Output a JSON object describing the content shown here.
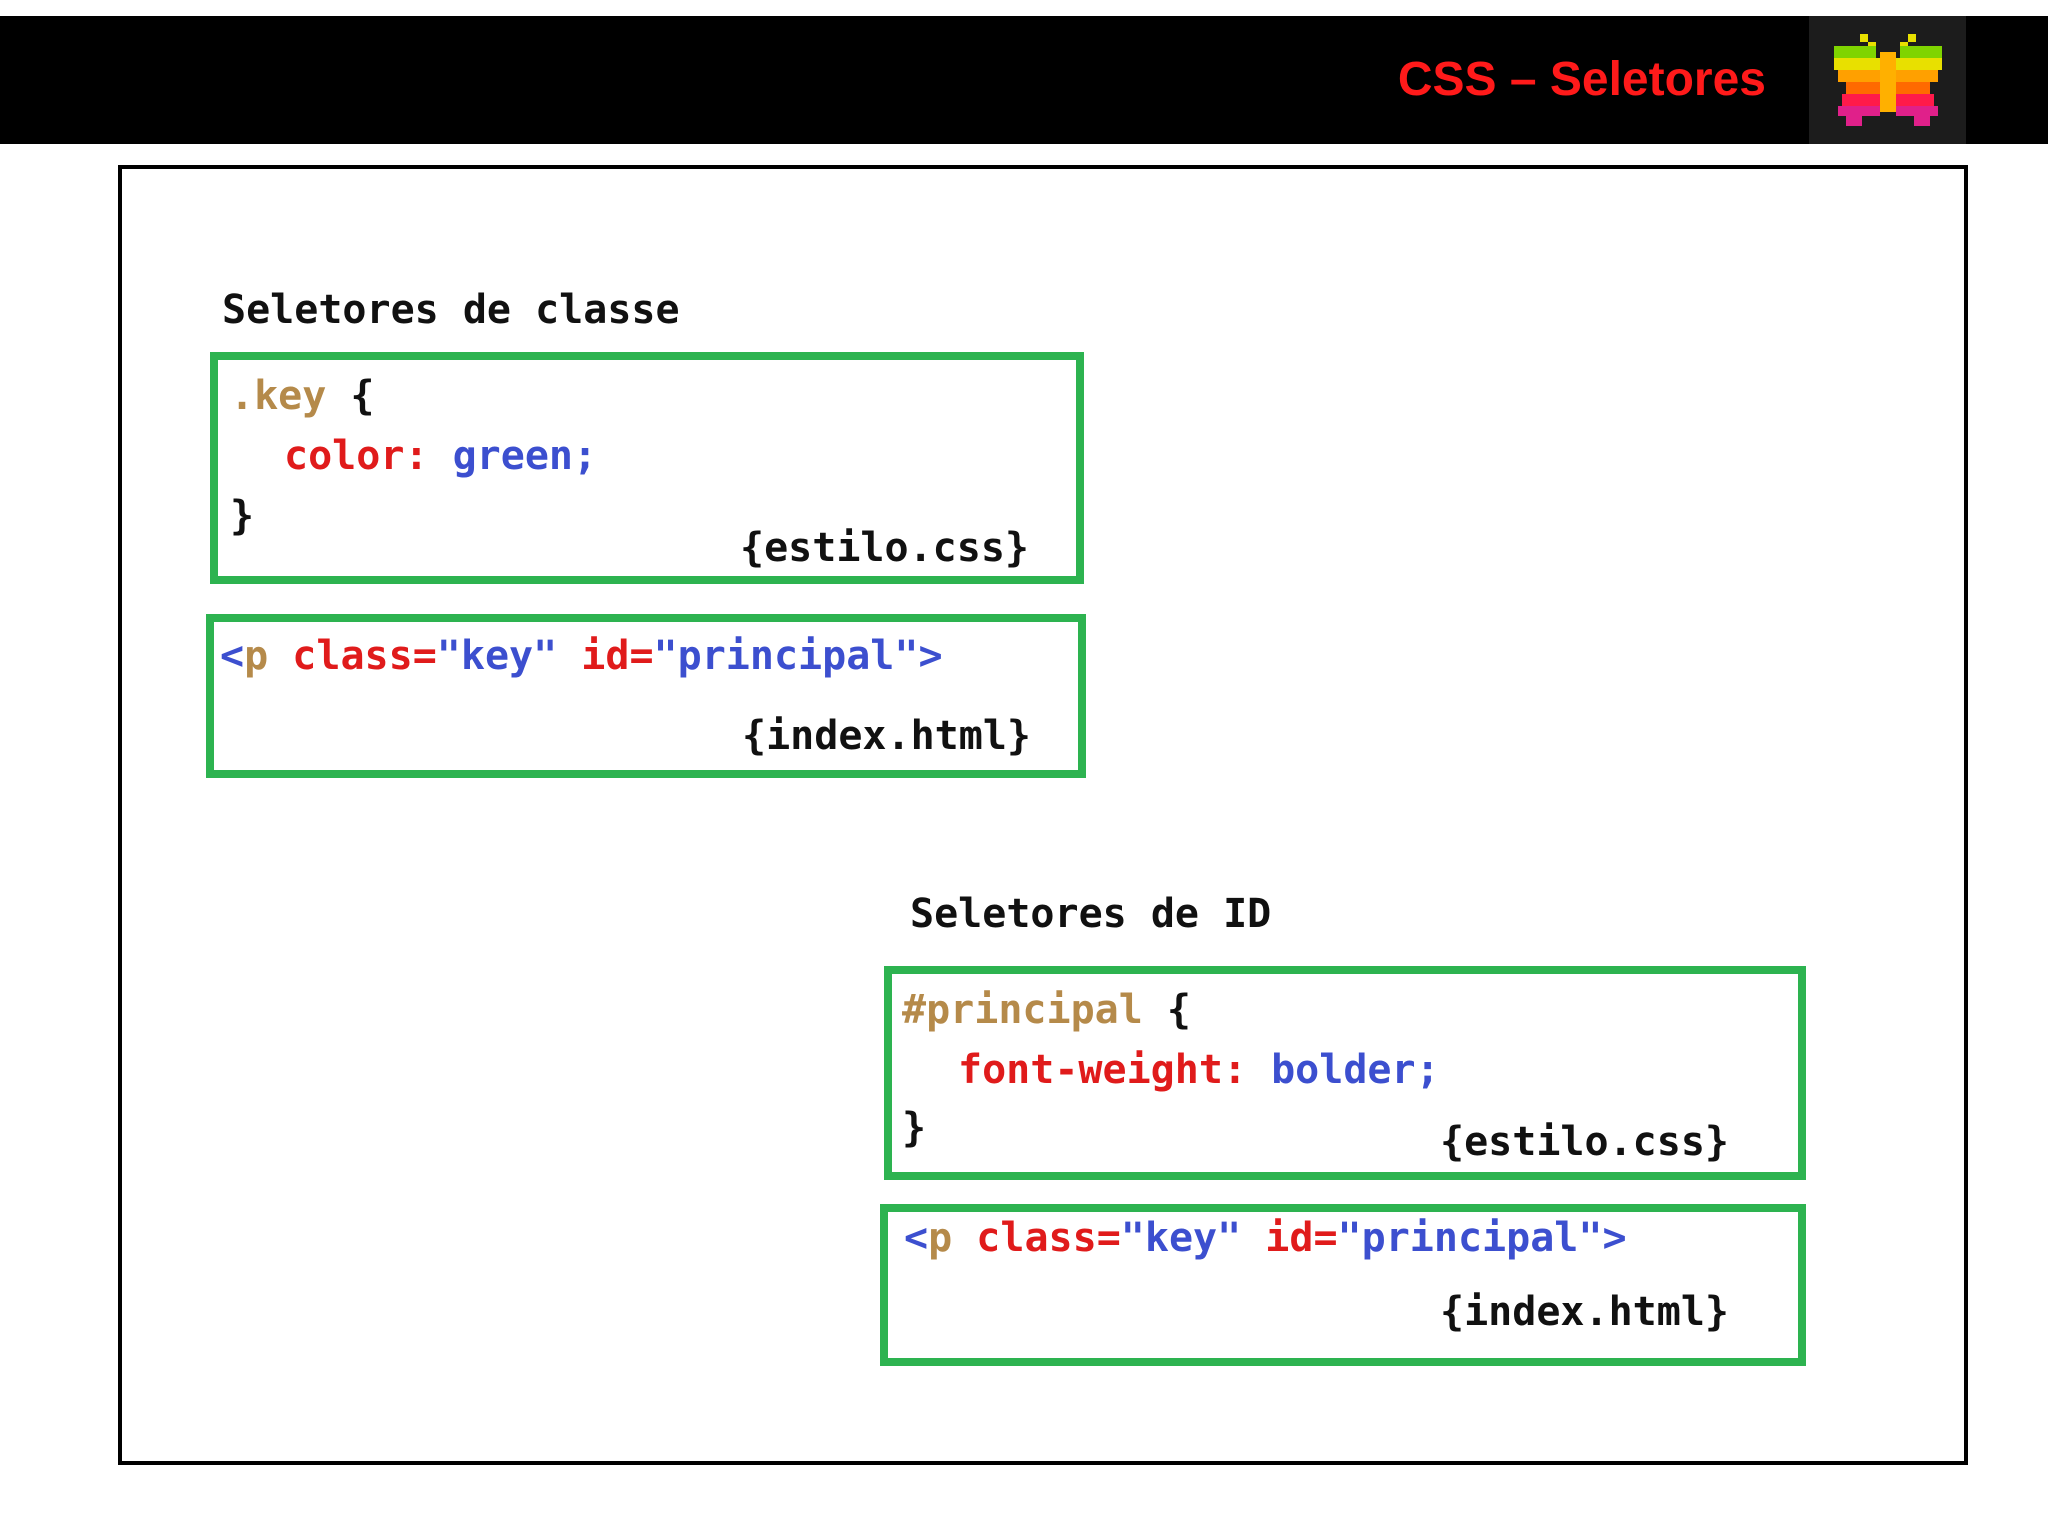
{
  "header": {
    "title": "CSS – Seletores",
    "logo_icon": "butterfly-logo-icon"
  },
  "colors": {
    "title_red": "#ff1a1a",
    "box_green": "#2db350",
    "selector_brown": "#b58a4a",
    "property_red": "#e01b1b",
    "value_blue": "#3c4fcf"
  },
  "class_section": {
    "title": "Seletores de classe",
    "css_box": {
      "selector": ".key",
      "open_brace": " {",
      "property": "color:",
      "value": "green;",
      "close_brace": "}",
      "filename": "{estilo.css}"
    },
    "html_box": {
      "tag_open": "<",
      "tag_name": "p",
      "attr1_name": "class=",
      "attr1_value": "\"key\"",
      "attr2_name": "id=",
      "attr2_value": "\"principal\">",
      "filename": "{index.html}"
    }
  },
  "id_section": {
    "title": "Seletores de ID",
    "css_box": {
      "selector": "#principal",
      "open_brace": " {",
      "property": "font-weight:",
      "value": "bolder;",
      "close_brace": "}",
      "filename": "{estilo.css}"
    },
    "html_box": {
      "tag_open": "<",
      "tag_name": "p",
      "attr1_name": "class=",
      "attr1_value": "\"key\"",
      "attr2_name": "id=",
      "attr2_value": "\"principal\">",
      "filename": "{index.html}"
    }
  }
}
